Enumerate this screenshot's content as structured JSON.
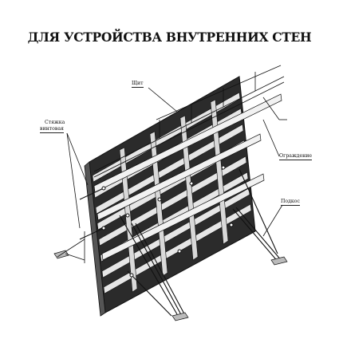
{
  "title": "ДЛЯ УСТРОЙСТВА ВНУТРЕННИХ СТЕН",
  "labels": {
    "shield": "Щит",
    "tie_line1": "Стяжка",
    "tie_line2": "винтовая",
    "fence": "Ограждение",
    "brace": "Подкос"
  },
  "colors": {
    "ink": "#1a1a1a",
    "panel_fill": "#2b2b2b",
    "rib_fill": "#e6e6e6",
    "background": "#ffffff"
  }
}
